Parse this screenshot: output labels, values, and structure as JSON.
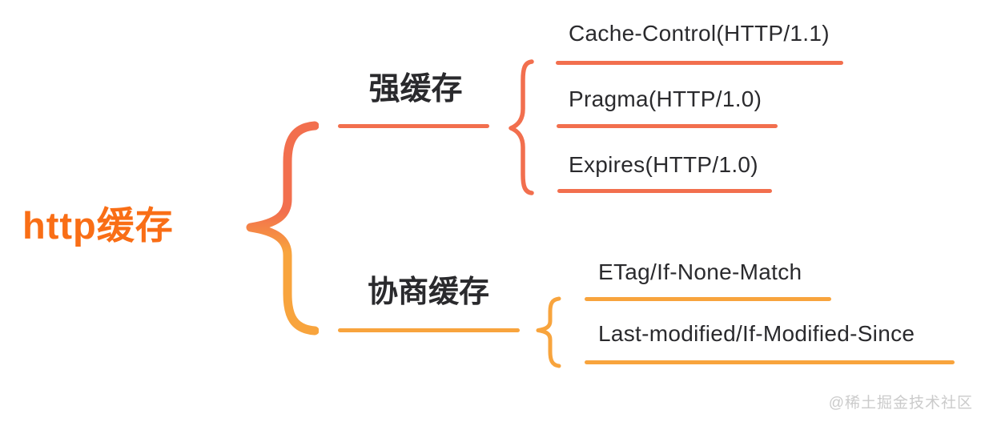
{
  "root": {
    "label": "http缓存"
  },
  "branches": [
    {
      "label": "强缓存",
      "children": [
        "Cache-Control(HTTP/1.1)",
        "Pragma(HTTP/1.0)",
        "Expires(HTTP/1.0)"
      ]
    },
    {
      "label": "协商缓存",
      "children": [
        "ETag/If-None-Match",
        "Last-modified/If-Modified-Since"
      ]
    }
  ],
  "watermark": "@稀土掘金技术社区",
  "colors": {
    "coral": "#F26F4E",
    "amber": "#F8A43D",
    "root_orange": "#F96E16",
    "ink": "#2A2A2D",
    "watermark": "#CBCBCB",
    "bg": "#FFFFFF"
  }
}
